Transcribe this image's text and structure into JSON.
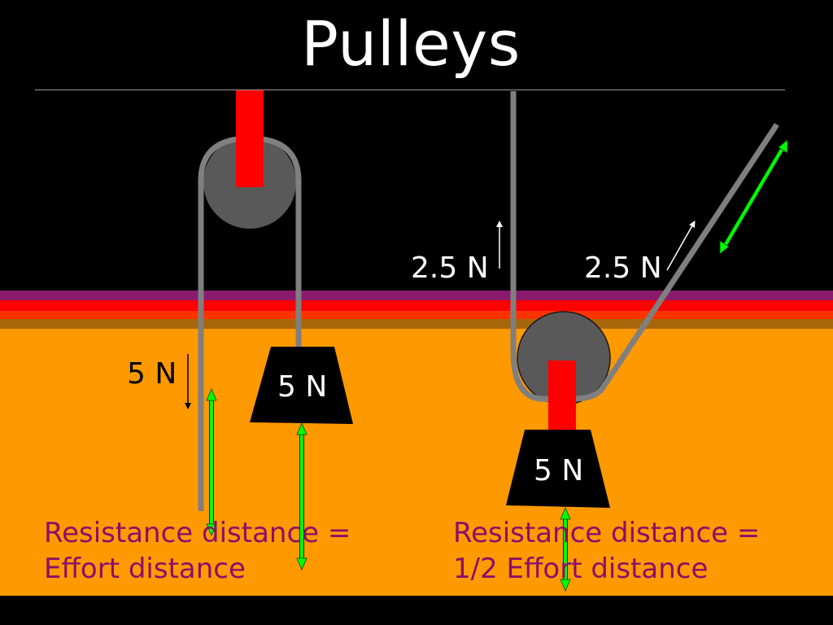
{
  "title": "Pulleys",
  "colors": {
    "background": "#000000",
    "ground": "#ff9900",
    "band_purple": "#8a1a6e",
    "band_red": "#ff0000",
    "band_bright": "#ff3300",
    "band_brown": "#a8660a",
    "rope": "#7f7f7f",
    "pulley": "#595959",
    "axle": "#ff0000",
    "weight": "#000000",
    "distance_arrow": "#00ff00",
    "caption": "#8b0f6b"
  },
  "fixed_pulley": {
    "effort_label": "5 N",
    "weight_label": "5 N",
    "caption_line1": "Resistance distance =",
    "caption_line2": "Effort distance"
  },
  "movable_pulley": {
    "left_tension_label": "2.5 N",
    "right_tension_label": "2.5 N",
    "weight_label": "5 N",
    "caption_line1": "Resistance distance =",
    "caption_line2": "1/2 Effort distance"
  }
}
